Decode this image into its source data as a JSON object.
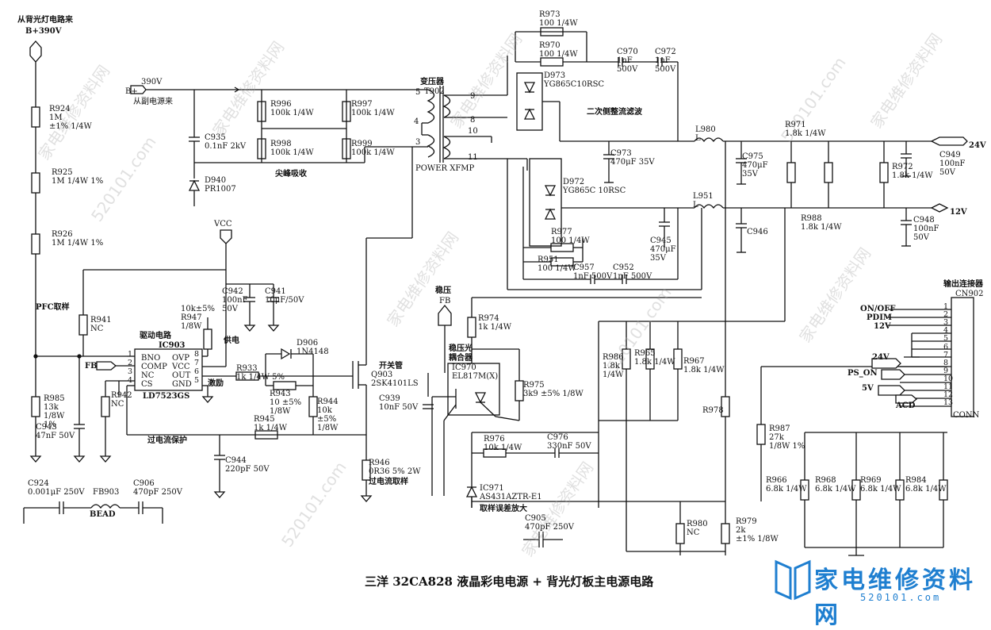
{
  "title": "三洋 32CA828 液晶彩电电源 + 背光灯板主电源电路",
  "brand": {
    "name": "家电维修资料网",
    "url": "520101.com"
  },
  "watermarks": [
    "家电维修资料网",
    "520101.com"
  ],
  "labels": {
    "backlight_from": "从背光灯电路来",
    "b390": "B+390V",
    "bplus": "B+",
    "v390": "390V",
    "from_aux": "从副电源来",
    "transformer": "变压器",
    "t902": "T902",
    "pin5": "5",
    "pin4": "4",
    "pin3": "3",
    "pin9": "9",
    "pin8": "8",
    "pin10": "10",
    "pin11": "11",
    "power_xfmp": "POWER XFMP",
    "spike": "尖峰吸收",
    "secondary": "二次侧整流滤波",
    "pfc": "PFC取样",
    "driver": "驱动电路",
    "drive": "激励",
    "supply": "供电",
    "switch_tube": "开关管",
    "overcurrent": "过电流保护",
    "current_sample": "过电流取样",
    "regulator": "稳压",
    "fb": "FB",
    "fb2": "FB",
    "opto_title": "稳压光",
    "opto_title2": "耦合器",
    "error_amp": "取样误差放大",
    "output_conn": "输出连接器",
    "cn902": "CN902",
    "conn": "CONN",
    "vcc": "VCC",
    "bead": "BEAD",
    "out24": "24V",
    "out12": "12V",
    "onoff": "ON/OFF",
    "pdim": "PDIM",
    "v12": "12V",
    "v24": "24V",
    "ps_on": "PS_ON",
    "v5": "5V",
    "acd": "ACD"
  },
  "ic903": {
    "name": "IC903",
    "part": "LD7523GS",
    "left_pins": [
      "BNO",
      "COMP",
      "NC",
      "CS"
    ],
    "right_pins": [
      "OVP",
      "VCC",
      "OUT",
      "GND"
    ],
    "left_nums": [
      "1",
      "2",
      "3",
      "4"
    ],
    "right_nums": [
      "8",
      "7",
      "6",
      "5"
    ]
  },
  "components": {
    "R924": [
      "R924",
      "1M",
      "±1%  1/4W"
    ],
    "R925": [
      "R925",
      "1M 1/4W 1%"
    ],
    "R926": [
      "R926",
      "1M 1/4W 1%"
    ],
    "R985": [
      "R985",
      "13k",
      "1/8W",
      "1%"
    ],
    "C943": [
      "C943",
      "47nF  50V"
    ],
    "R941": [
      "R941",
      "NC"
    ],
    "R942": [
      "R942",
      "NC"
    ],
    "R947": [
      "10k±5%",
      "R947",
      "1/8W"
    ],
    "C942": [
      "C942",
      "100nF",
      "50V"
    ],
    "C941": [
      "C941",
      "10μF/50V"
    ],
    "R996": [
      "R996",
      "100k 1/4W"
    ],
    "R998": [
      "R998",
      "100k 1/4W"
    ],
    "R997": [
      "R997",
      "100k 1/4W"
    ],
    "R999": [
      "R999",
      "100k 1/4W"
    ],
    "C935": [
      "C935",
      "0.1nF 2kV"
    ],
    "D940": [
      "D940",
      "PR1007"
    ],
    "D906": [
      "D906",
      "1N4148"
    ],
    "R933": [
      "R933",
      "1k 1/4W 5%"
    ],
    "R943": [
      "R943",
      "10  ±5%",
      "1/8W"
    ],
    "R944": [
      "R944",
      "10k",
      "±5%",
      "1/8W"
    ],
    "R945": [
      "R945",
      "1k  1/4W"
    ],
    "C944": [
      "C944",
      "220pF 50V"
    ],
    "Q903": [
      "Q903",
      "2SK4101LS"
    ],
    "R946": [
      "R946",
      "0R36 5% 2W"
    ],
    "C924": [
      "C924",
      "0.001μF 250V"
    ],
    "FB903": [
      "FB903"
    ],
    "C906": [
      "C906",
      "470pF 250V"
    ],
    "R973": [
      "R973",
      "100  1/4W"
    ],
    "R970": [
      "R970",
      "100  1/4W"
    ],
    "C970": [
      "C970",
      "1nF",
      "500V"
    ],
    "C972": [
      "C972",
      "1nF",
      "500V"
    ],
    "D973": [
      "D973",
      "YG865C10RSC"
    ],
    "L980": [
      "L980",
      "L"
    ],
    "R971": [
      "R971",
      "1.8k  1/4W"
    ],
    "C973": [
      "C973",
      "470μF 35V"
    ],
    "C975": [
      "C975",
      "470μF",
      "35V"
    ],
    "C949": [
      "C949",
      "100nF",
      "50V"
    ],
    "R972": [
      "R972",
      "1.8k 1/4W"
    ],
    "D972": [
      "D972",
      "YG865C  10RSC"
    ],
    "L951": [
      "L951",
      "L"
    ],
    "C946": [
      "C946"
    ],
    "R988": [
      "R988",
      "1.8k 1/4W"
    ],
    "C948": [
      "C948",
      "100nF",
      "50V"
    ],
    "C945": [
      "C945",
      "470μF",
      "35V"
    ],
    "R977": [
      "R977",
      "100   1/4W"
    ],
    "R951": [
      "R951",
      "100   1/4W"
    ],
    "C957": [
      "C957",
      "1nF  500V"
    ],
    "C952": [
      "C952",
      "1nF  500V"
    ],
    "R974": [
      "R974",
      "1k 1/4W"
    ],
    "IC970": [
      "IC970",
      "EL817M(X)"
    ],
    "R975": [
      "R975",
      "3k9 ±5% 1/8W"
    ],
    "C939": [
      "C939",
      "10nF 50V"
    ],
    "R976": [
      "R976",
      "10k   1/4W"
    ],
    "C976": [
      "C976",
      "330nF 50V"
    ],
    "IC971": [
      "IC971",
      "AS431AZTR-E1"
    ],
    "C905": [
      "C905",
      "470pF 250V"
    ],
    "R980": [
      "R980",
      "NC"
    ],
    "R979": [
      "R979",
      "2k",
      "±1% 1/8W"
    ],
    "R978": [
      "R978"
    ],
    "R986": [
      "R986",
      "1.8k",
      "1/4W"
    ],
    "R965": [
      "R965",
      "1.8k 1/4W"
    ],
    "R967": [
      "R967",
      "1.8k 1/4W"
    ],
    "R987": [
      "R987",
      "27k",
      "1/8W  1%"
    ],
    "R966": [
      "R966",
      "6.8k 1/4W"
    ],
    "R968": [
      "R968",
      "6.8k 1/4W"
    ],
    "R969": [
      "R969",
      "6.8k 1/4W"
    ],
    "R984": [
      "R984",
      "6.8k 1/4W"
    ]
  },
  "connector_pins": [
    "1",
    "2",
    "3",
    "4",
    "5",
    "6",
    "7",
    "8",
    "9",
    "10",
    "11",
    "12",
    "13"
  ]
}
